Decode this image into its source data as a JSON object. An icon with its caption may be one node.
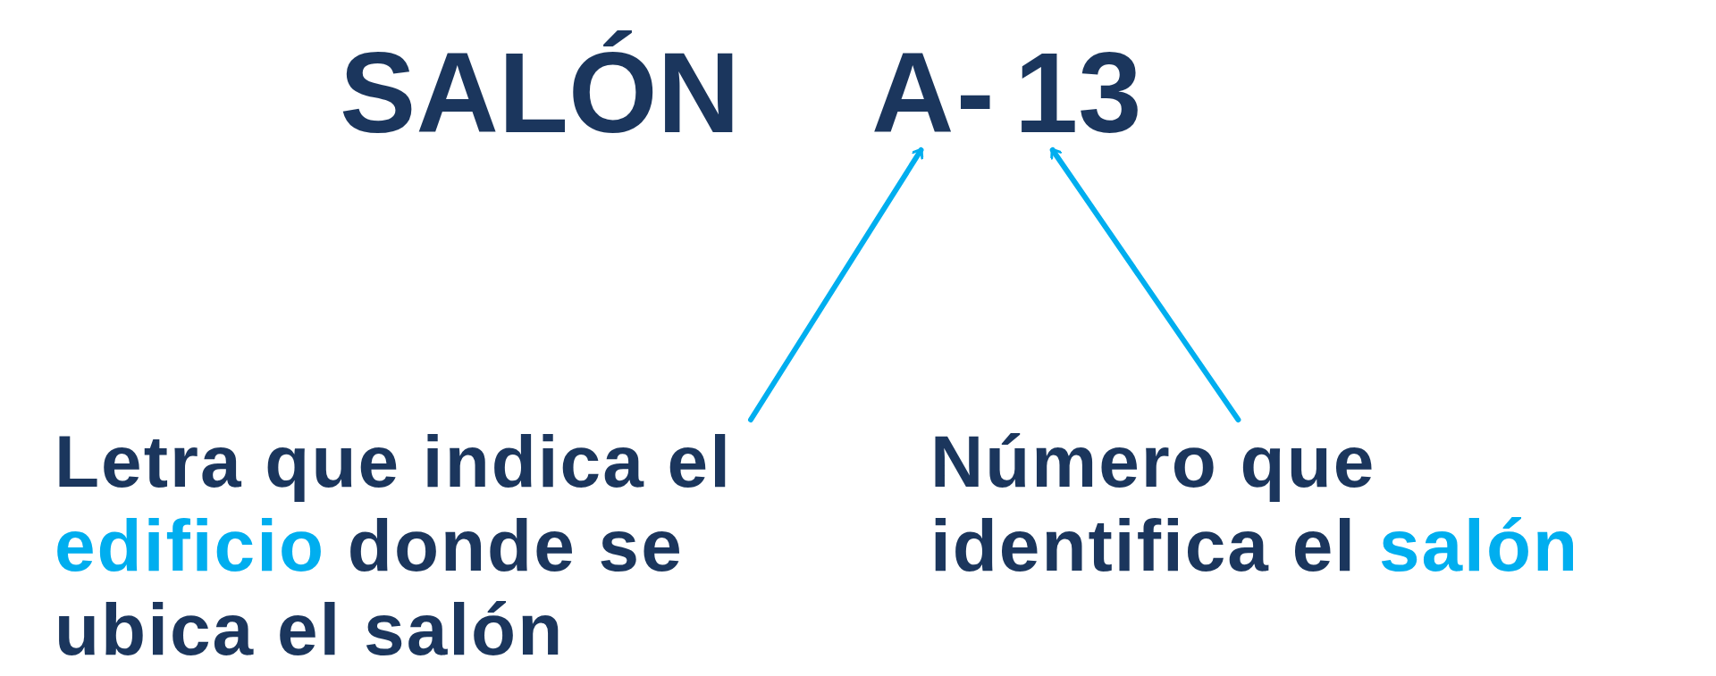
{
  "diagram": {
    "nodes": [
      {
        "text": [
          "A"
        ]
      },
      {
        "text": [
          "13"
        ]
      },
      {
        "text": [
          "Letra que indica el **edificio** donde se ubica el salón"
        ]
      },
      {
        "text": [
          "Número que identifica el **salón**"
        ]
      }
    ],
    "edges": [
      {
        "from": 2,
        "to": 0,
        "arrow": "to"
      },
      {
        "from": 3,
        "to": 1,
        "arrow": "to"
      }
    ],
    "labels": [
      "SALÓN",
      "-"
    ]
  }
}
